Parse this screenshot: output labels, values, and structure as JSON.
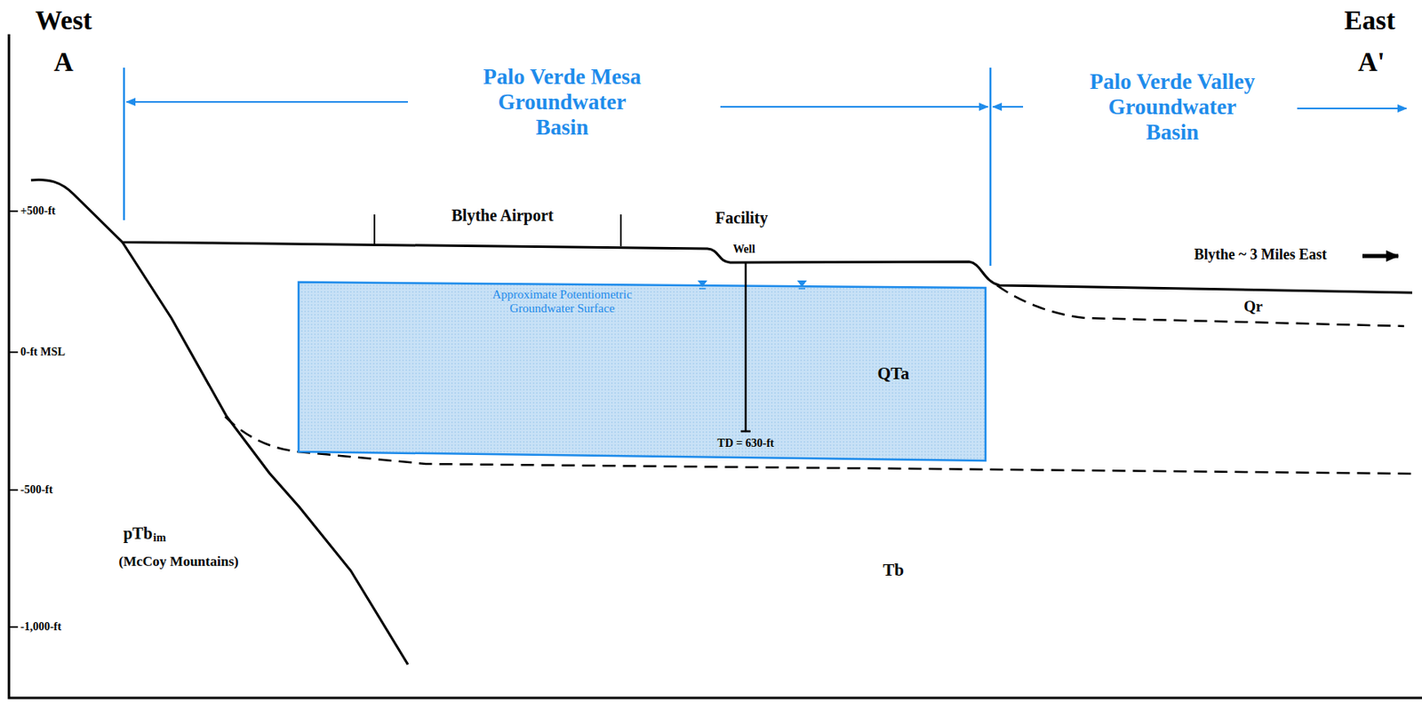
{
  "diagram": {
    "nodes": [
      {
        "text": [
          "Approximate Potentiometric Groundwater Surface",
          "QTa",
          "TD = 630-ft"
        ]
      }
    ],
    "labels": [
      "West",
      "A",
      "East",
      "A'",
      "Palo Verde Mesa Groundwater Basin",
      "Palo Verde Valley Groundwater Basin",
      "+500-ft",
      "0-ft MSL",
      "-500-ft",
      "-1,000-ft",
      "Blythe Airport",
      "Facility",
      "Well",
      "Blythe ~ 3 Miles East",
      "Qr",
      "pTb",
      "im",
      "(McCoy Mountains)",
      "Tb"
    ]
  }
}
